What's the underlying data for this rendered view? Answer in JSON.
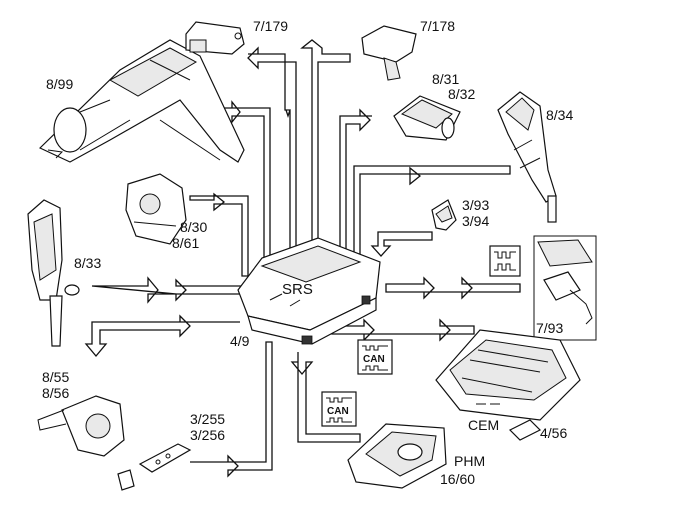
{
  "central_unit": {
    "label": "SRS",
    "code": "4/9"
  },
  "components": [
    {
      "id": "steering_column",
      "code": "8/99"
    },
    {
      "id": "sensor_top_left",
      "code": "7/179"
    },
    {
      "id": "sensor_top_right",
      "code": "7/178"
    },
    {
      "id": "module_8_31",
      "code": "8/31",
      "code2": "8/32"
    },
    {
      "id": "pretensioner_right",
      "code": "8/34"
    },
    {
      "id": "airbag_wheel",
      "code": "8/30",
      "code2": "8/61"
    },
    {
      "id": "buckle",
      "code": "3/93",
      "code2": "3/94"
    },
    {
      "id": "side_pretensioner",
      "code": "8/33"
    },
    {
      "id": "occupant_sensor",
      "code": "7/93"
    },
    {
      "id": "seat_pretensioner",
      "code": "8/55",
      "code2": "8/56"
    },
    {
      "id": "seat_switch",
      "code": "3/255",
      "code2": "3/256"
    },
    {
      "id": "cem",
      "label": "CEM",
      "code": "4/56"
    },
    {
      "id": "phm",
      "label": "PHM",
      "code": "16/60"
    }
  ],
  "can": {
    "line1": "CAN"
  }
}
